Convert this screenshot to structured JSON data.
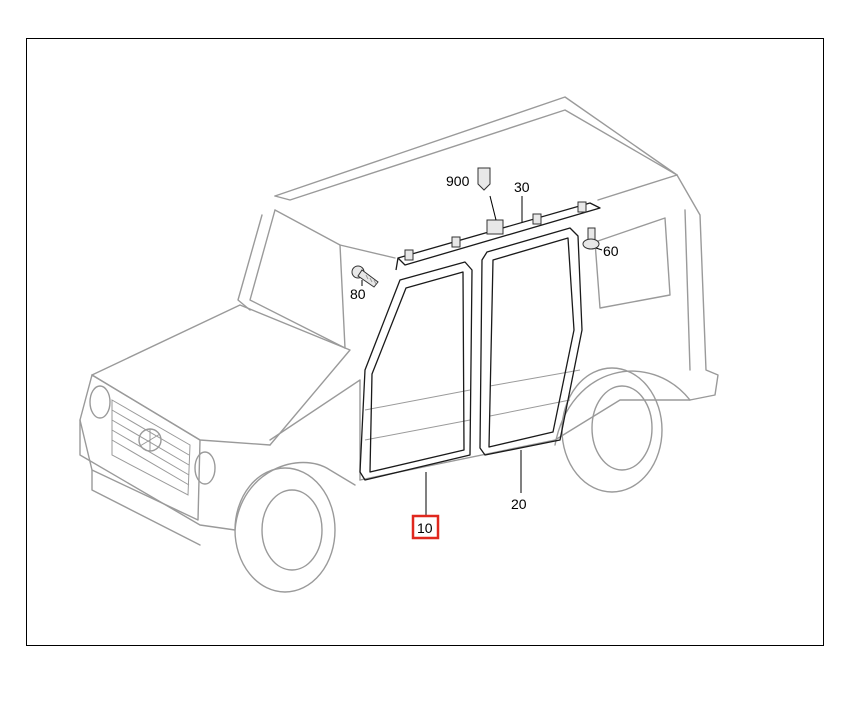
{
  "callouts": [
    {
      "id": "900",
      "label": "900"
    },
    {
      "id": "30",
      "label": "30"
    },
    {
      "id": "80",
      "label": "80"
    },
    {
      "id": "60",
      "label": "60"
    },
    {
      "id": "20",
      "label": "20"
    },
    {
      "id": "10",
      "label": "10",
      "highlighted": true
    }
  ],
  "colors": {
    "highlight": "#e0281e",
    "seal": "#1a1a1a",
    "body_line": "#9a9a9a"
  }
}
